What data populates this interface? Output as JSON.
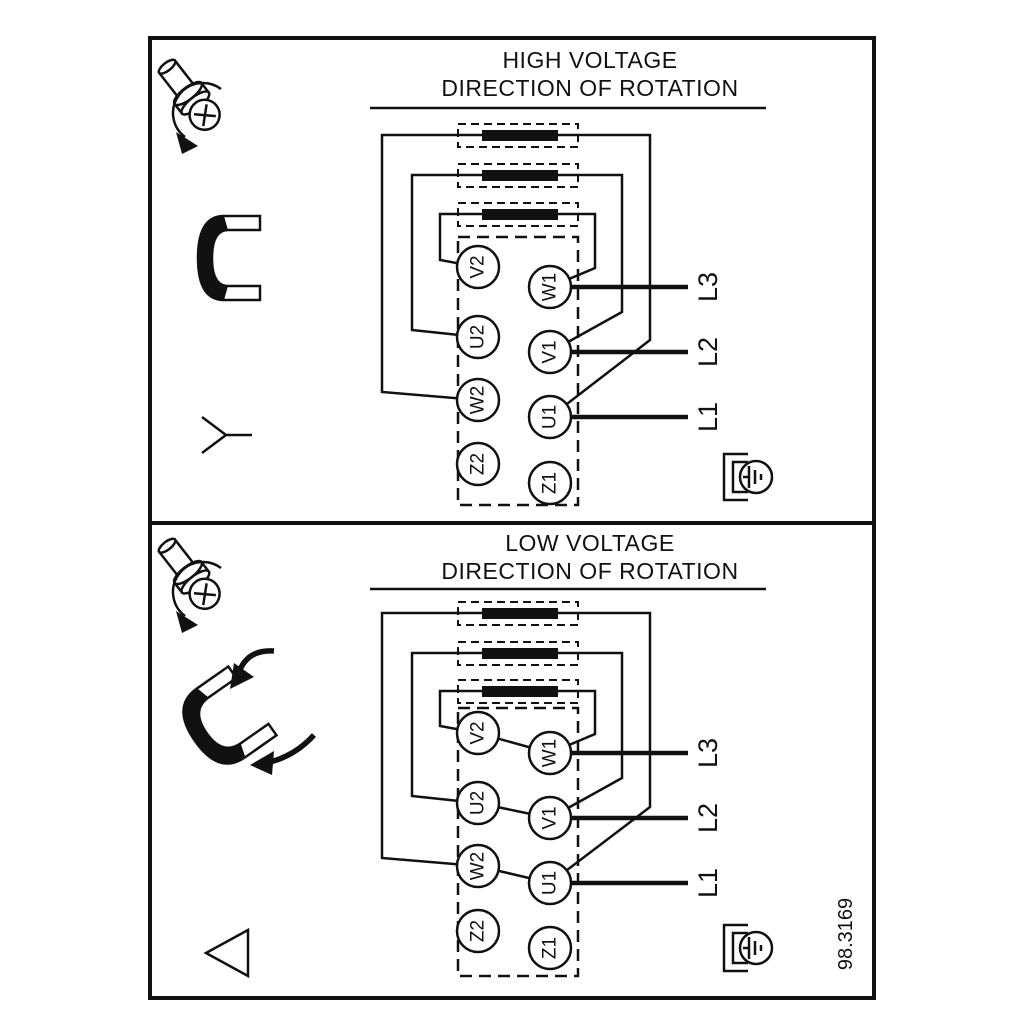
{
  "figure_number": "98.3169",
  "colors": {
    "ink": "#111111",
    "paper": "#ffffff"
  },
  "panels": {
    "high": {
      "title_line1": "HIGH VOLTAGE",
      "title_line2": "DIRECTION OF ROTATION",
      "connection": "star",
      "terminals": {
        "left": [
          "V2",
          "U2",
          "W2",
          "Z2"
        ],
        "right": [
          "W1",
          "V1",
          "U1",
          "Z1"
        ]
      },
      "supply_lines": [
        "L3",
        "L2",
        "L1"
      ],
      "icons": [
        "screw-rotation-icon",
        "jumper-link-icon",
        "star-symbol-icon",
        "ground-clamp-icon"
      ]
    },
    "low": {
      "title_line1": "LOW VOLTAGE",
      "title_line2": "DIRECTION OF ROTATION",
      "connection": "delta",
      "terminals": {
        "left": [
          "V2",
          "U2",
          "W2",
          "Z2"
        ],
        "right": [
          "W1",
          "V1",
          "U1",
          "Z1"
        ]
      },
      "supply_lines": [
        "L3",
        "L2",
        "L1"
      ],
      "icons": [
        "screw-rotation-icon",
        "jumper-move-icon",
        "delta-symbol-icon",
        "ground-clamp-icon"
      ]
    }
  }
}
